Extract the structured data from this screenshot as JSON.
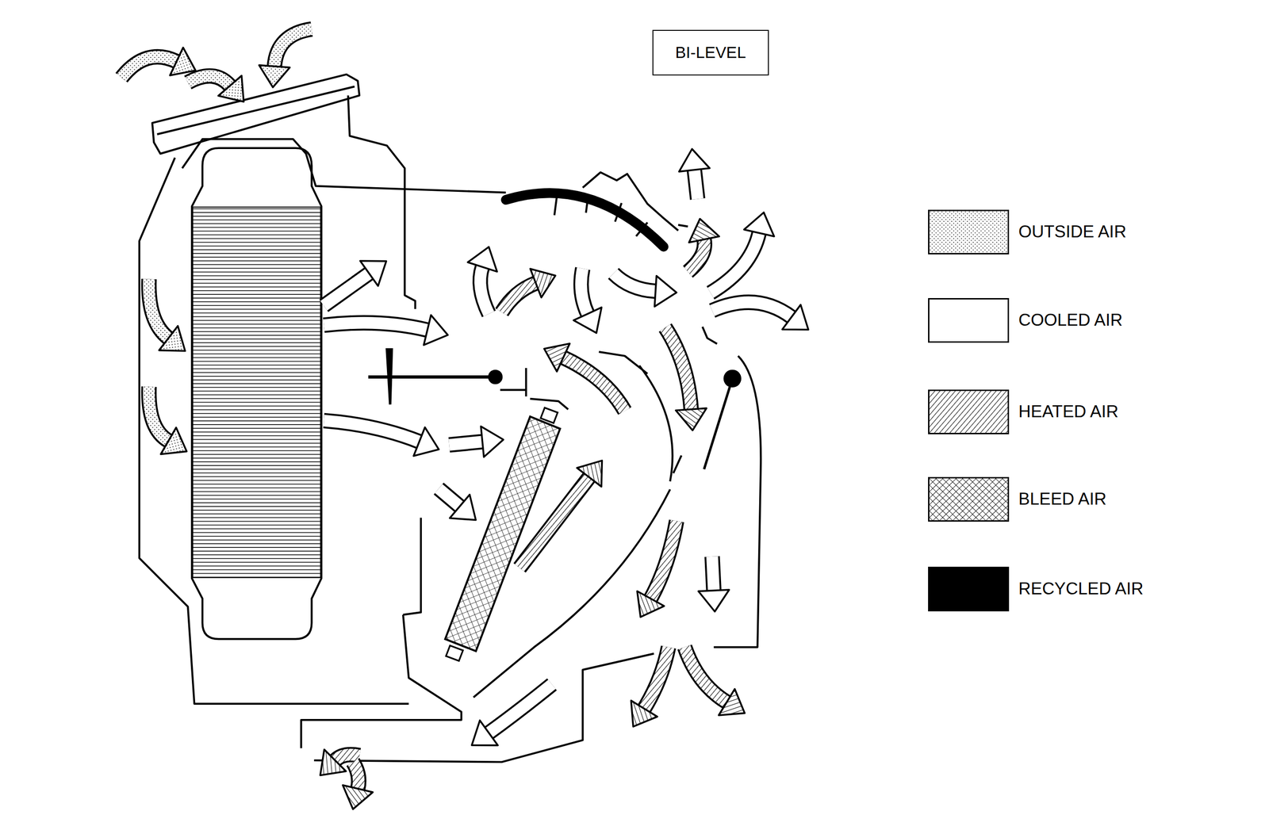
{
  "diagram": {
    "nodes": [
      {
        "text": [
          "BI-LEVEL"
        ]
      }
    ],
    "legend": [
      {
        "text": "OUTSIDE AIR"
      },
      {
        "text": "COOLED AIR",
        "color": "#ffffff"
      },
      {
        "text": "HEATED AIR"
      },
      {
        "text": "BLEED AIR"
      },
      {
        "text": "RECYCLED AIR",
        "color": "#000000"
      }
    ]
  }
}
